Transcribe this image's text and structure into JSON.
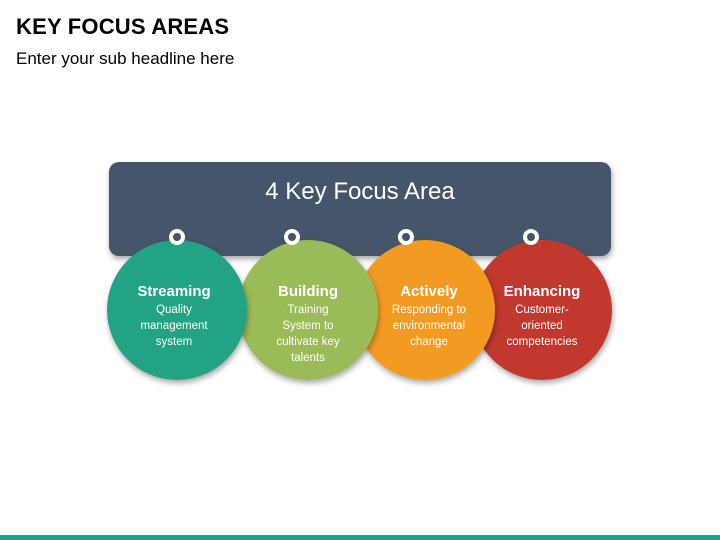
{
  "slide": {
    "title": "KEY FOCUS AREAS",
    "subtitle": "Enter your sub headline here"
  },
  "banner": {
    "label": "4 Key Focus Area",
    "color": "#44546a"
  },
  "colors": {
    "accent_bar": "#1fa386"
  },
  "focus_areas": [
    {
      "heading": "Streaming",
      "description": "Quality management system",
      "color": "#22a383"
    },
    {
      "heading": "Building",
      "description": "Training System to cultivate key talents",
      "color": "#9bbb59"
    },
    {
      "heading": "Actively",
      "description": "Responding to environmental change",
      "color": "#f39a23"
    },
    {
      "heading": "Enhancing",
      "description": "Customer-oriented competencies",
      "color": "#c0392f"
    }
  ]
}
